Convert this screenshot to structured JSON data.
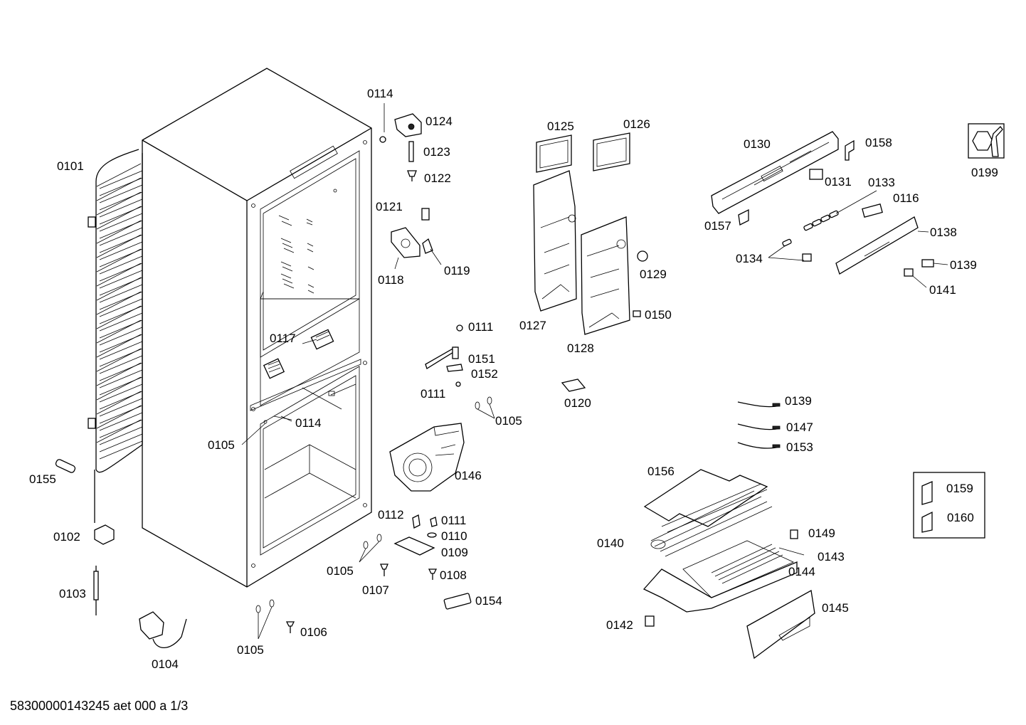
{
  "footer": "58300000143245 aet 000 a 1/3",
  "labels": [
    "0114",
    "0124",
    "0123",
    "0122",
    "0121",
    "0118",
    "0119",
    "0101",
    "0125",
    "0126",
    "0130",
    "0158",
    "0199",
    "0131",
    "0133",
    "0116",
    "0157",
    "0138",
    "0134",
    "0139",
    "0141",
    "0129",
    "0127",
    "0128",
    "0150",
    "0117",
    "0111",
    "0151",
    "0152",
    "0111",
    "0120",
    "0105",
    "0114",
    "0105",
    "0155",
    "0146",
    "0139",
    "0147",
    "0153",
    "0156",
    "0159",
    "0160",
    "0112",
    "0111",
    "0110",
    "0109",
    "0149",
    "0140",
    "0143",
    "0105",
    "0108",
    "0107",
    "0144",
    "0102",
    "0154",
    "0145",
    "0103",
    "0142",
    "0106",
    "0105",
    "0104"
  ]
}
